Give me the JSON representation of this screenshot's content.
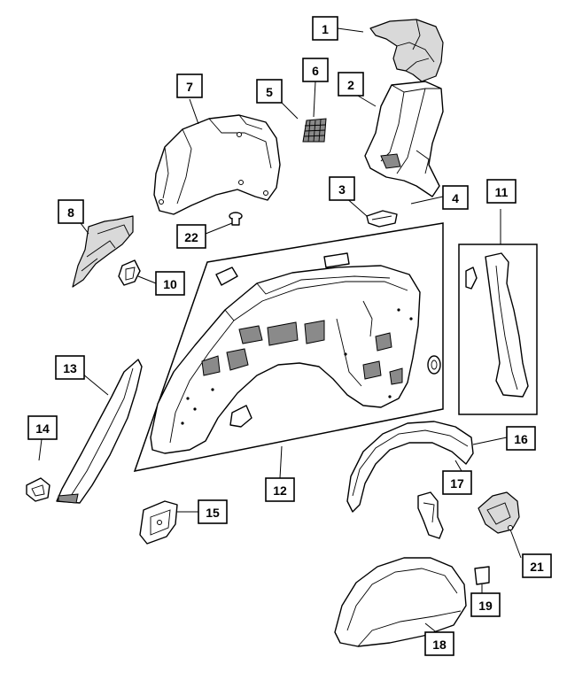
{
  "diagram": {
    "callouts": [
      "1",
      "2",
      "3",
      "4",
      "5",
      "6",
      "7",
      "8",
      "10",
      "11",
      "12",
      "13",
      "14",
      "15",
      "16",
      "17",
      "18",
      "19",
      "21",
      "22"
    ]
  },
  "colors": {
    "line": "#000000",
    "background": "#ffffff",
    "part_shading": "#d9d9d9"
  }
}
